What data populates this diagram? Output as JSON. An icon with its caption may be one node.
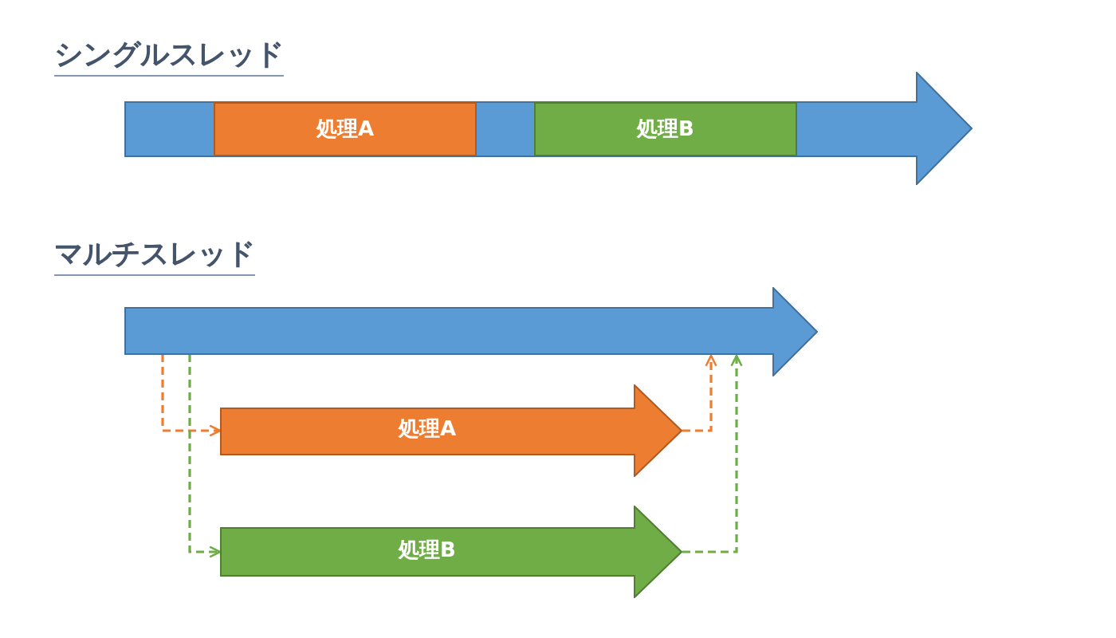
{
  "diagram": {
    "nodes": [
      {
        "text": [],
        "shape": "arrow"
      },
      {
        "text": [
          "処理A"
        ],
        "in": 0
      },
      {
        "text": [
          "処理B"
        ],
        "in": 0
      },
      {
        "text": [],
        "shape": "arrow"
      },
      {
        "text": [
          "処理A"
        ]
      },
      {
        "text": [
          "処理B"
        ]
      }
    ],
    "edges": [
      {
        "from": 3,
        "to": 4,
        "arrow": "to",
        "style": "dashed",
        "color": "#ed7d31"
      },
      {
        "from": 3,
        "to": 5,
        "arrow": "to",
        "style": "dashed",
        "color": "#70ad47"
      },
      {
        "from": 4,
        "to": 3,
        "arrow": "to",
        "style": "dashed",
        "color": "#ed7d31"
      },
      {
        "from": 5,
        "to": 3,
        "arrow": "to",
        "style": "dashed",
        "color": "#70ad47"
      }
    ],
    "labels": [
      "シングルスレッド",
      "マルチスレッド"
    ]
  }
}
